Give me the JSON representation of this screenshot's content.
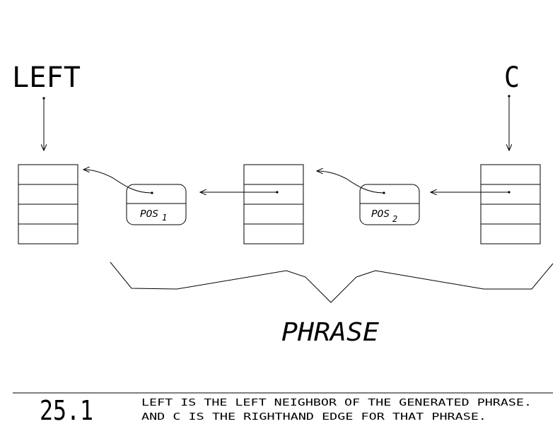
{
  "labels": {
    "left": "LEFT",
    "c": "C",
    "phrase": "PHRASE",
    "pos1_main": "POS",
    "pos1_sub": "1",
    "pos2_main": "POS",
    "pos2_sub": "2"
  },
  "caption": {
    "figure_number": "25.1",
    "line1": "LEFT IS THE LEFT NEIGHBOR OF THE GENERATED PHRASE.",
    "line2": "AND C IS THE RIGHTHAND EDGE FOR THAT PHRASE."
  }
}
